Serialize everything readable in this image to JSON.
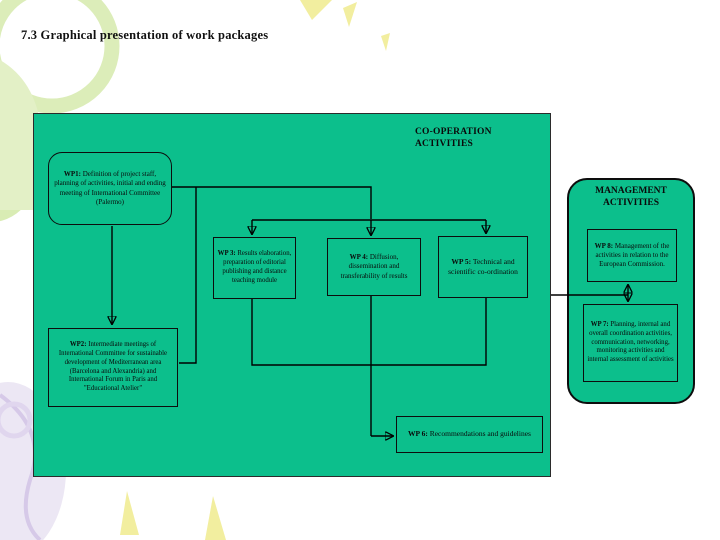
{
  "slide": {
    "title": "7.3 Graphical presentation of work packages"
  },
  "diagram": {
    "cooperation_header": "CO-OPERATION ACTIVITIES",
    "management_header": "MANAGEMENT ACTIVITIES",
    "boxes": {
      "wp1": {
        "label": "WP1:",
        "text": "Definition of project staff, planning of activities, initial and ending meeting of International Committee (Palermo)"
      },
      "wp2": {
        "label": "WP2:",
        "text": "Intermediate meetings of International Committee for sustainable development of Mediterranean area (Barcelona and Alexandria) and International Forum in Paris and \"Educational Atelier\""
      },
      "wp3": {
        "label": "WP 3:",
        "text": "Results elaboration, preparation of editorial publishing and distance teaching module"
      },
      "wp4": {
        "label": "WP 4:",
        "text": "Diffusion, dissemination and transferability of results"
      },
      "wp5": {
        "label": "WP 5:",
        "text": "Technical and scientific co-ordination"
      },
      "wp6": {
        "label": "WP 6:",
        "text": "Recommendations and guidelines"
      },
      "wp7": {
        "label": "WP 7:",
        "text": "Planning, internal and overall coordination activities, communication, networking, monitoring activities and internal assessment of activities"
      },
      "wp8": {
        "label": "WP 8:",
        "text": "Management of the activities in relation to the European Commission."
      }
    },
    "colors": {
      "panel_green": "#0cbf8c",
      "connector_black": "#000000",
      "deco_pale_green": "#dcedb9",
      "deco_pale_yellow": "#f2ee9f",
      "deco_lavender": "#ece7f4"
    }
  }
}
